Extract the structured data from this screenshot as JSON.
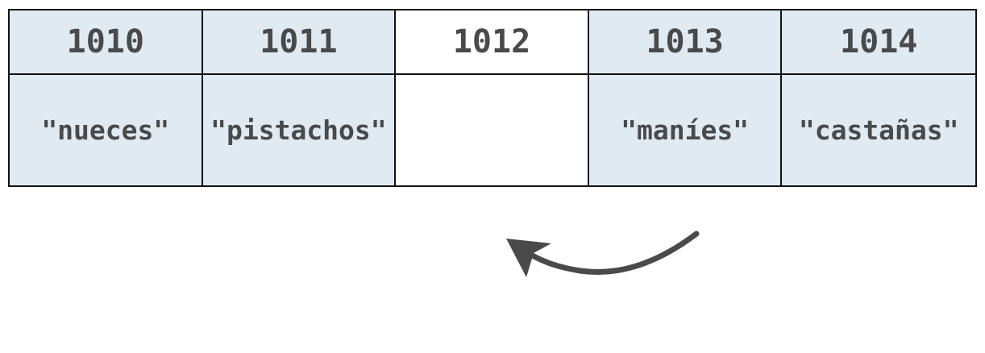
{
  "cells": [
    {
      "address": "1010",
      "value": "\"nueces\"",
      "state": "filled"
    },
    {
      "address": "1011",
      "value": "\"pistachos\"",
      "state": "filled"
    },
    {
      "address": "1012",
      "value": "",
      "state": "empty"
    },
    {
      "address": "1013",
      "value": "\"maníes\"",
      "state": "filled"
    },
    {
      "address": "1014",
      "value": "\"castañas\"",
      "state": "filled"
    }
  ],
  "colors": {
    "filled": "#e0eaf3",
    "empty": "#ffffff",
    "text": "#4a4a4a",
    "border": "#111111",
    "arrow": "#4a4a4a"
  },
  "arrow": {
    "direction": "left",
    "icon": "curved-arrow-left-icon"
  }
}
